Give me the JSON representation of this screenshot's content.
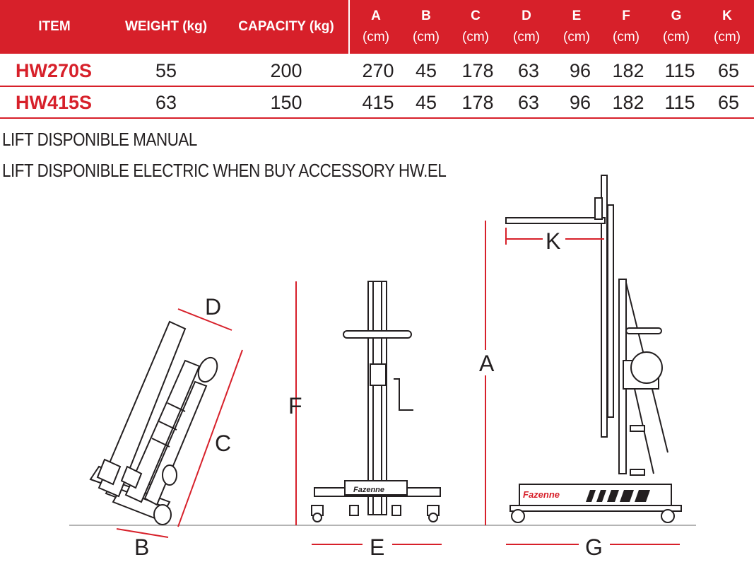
{
  "table": {
    "headers": {
      "item": "ITEM",
      "weight": "WEIGHT (kg)",
      "capacity": "CAPACITY (kg)",
      "dims": [
        {
          "letter": "A",
          "unit": "(cm)"
        },
        {
          "letter": "B",
          "unit": "(cm)"
        },
        {
          "letter": "C",
          "unit": "(cm)"
        },
        {
          "letter": "D",
          "unit": "(cm)"
        },
        {
          "letter": "E",
          "unit": "(cm)"
        },
        {
          "letter": "F",
          "unit": "(cm)"
        },
        {
          "letter": "G",
          "unit": "(cm)"
        },
        {
          "letter": "K",
          "unit": "(cm)"
        }
      ]
    },
    "rows": [
      {
        "item": "HW270S",
        "weight": "55",
        "capacity": "200",
        "dims": [
          "270",
          "45",
          "178",
          "63",
          "96",
          "182",
          "115",
          "65"
        ]
      },
      {
        "item": "HW415S",
        "weight": "63",
        "capacity": "150",
        "dims": [
          "415",
          "45",
          "178",
          "63",
          "96",
          "182",
          "115",
          "65"
        ]
      }
    ]
  },
  "notes": [
    "LIFT DISPONIBLE MANUAL",
    "LIFT DISPONIBLE ELECTRIC WHEN BUY ACCESSORY HW.EL"
  ],
  "diagram": {
    "labels": {
      "A": "A",
      "B": "B",
      "C": "C",
      "D": "D",
      "E": "E",
      "F": "F",
      "G": "G",
      "K": "K"
    },
    "brand": "Fazenne"
  },
  "colors": {
    "accent": "#d7202a",
    "ink": "#231f20",
    "header_text": "#ffffff"
  }
}
